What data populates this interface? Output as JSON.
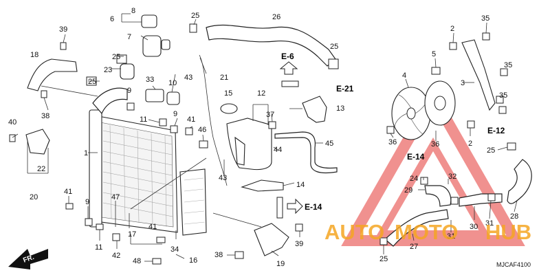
{
  "parts": {
    "p1": "1",
    "p2a": "2",
    "p2b": "2",
    "p3": "3",
    "p4": "4",
    "p5": "5",
    "p6": "6",
    "p7": "7",
    "p8": "8",
    "p9a": "9",
    "p9b": "9",
    "p9c": "9",
    "p10": "10",
    "p11a": "11",
    "p11b": "11",
    "p12": "12",
    "p13": "13",
    "p14": "14",
    "p15": "15",
    "p16": "16",
    "p17": "17",
    "p18": "18",
    "p19": "19",
    "p20": "20",
    "p21": "21",
    "p22": "22",
    "p23": "23",
    "p24": "24",
    "p25a": "25",
    "p25b": "25",
    "p25c": "25",
    "p25d": "25",
    "p25e": "25",
    "p25f": "25",
    "p26": "26",
    "p27": "27",
    "p28": "28",
    "p29": "29",
    "p30": "30",
    "p31a": "31",
    "p31b": "31",
    "p32": "32",
    "p33": "33",
    "p34": "34",
    "p35a": "35",
    "p35b": "35",
    "p35c": "35",
    "p36a": "36",
    "p36b": "36",
    "p37": "37",
    "p38a": "38",
    "p38b": "38",
    "p39a": "39",
    "p39b": "39",
    "p40": "40",
    "p41a": "41",
    "p41b": "41",
    "p41c": "41",
    "p42": "42",
    "p43a": "43",
    "p43b": "43",
    "p44": "44",
    "p45": "45",
    "p46": "46",
    "p47": "47",
    "p48": "48"
  },
  "section_refs": {
    "e6": "E-6",
    "e21": "E-21",
    "e12": "E-12",
    "e14a": "E-14",
    "e14b": "E-14"
  },
  "direction_label": "FR.",
  "diagram_code": "MJCAF4100",
  "watermark": {
    "text_left": "AUTO",
    "text_mid": "MOTO",
    "text_right": "HUB",
    "color_orange": "#f5a623",
    "color_red": "#e53935"
  }
}
